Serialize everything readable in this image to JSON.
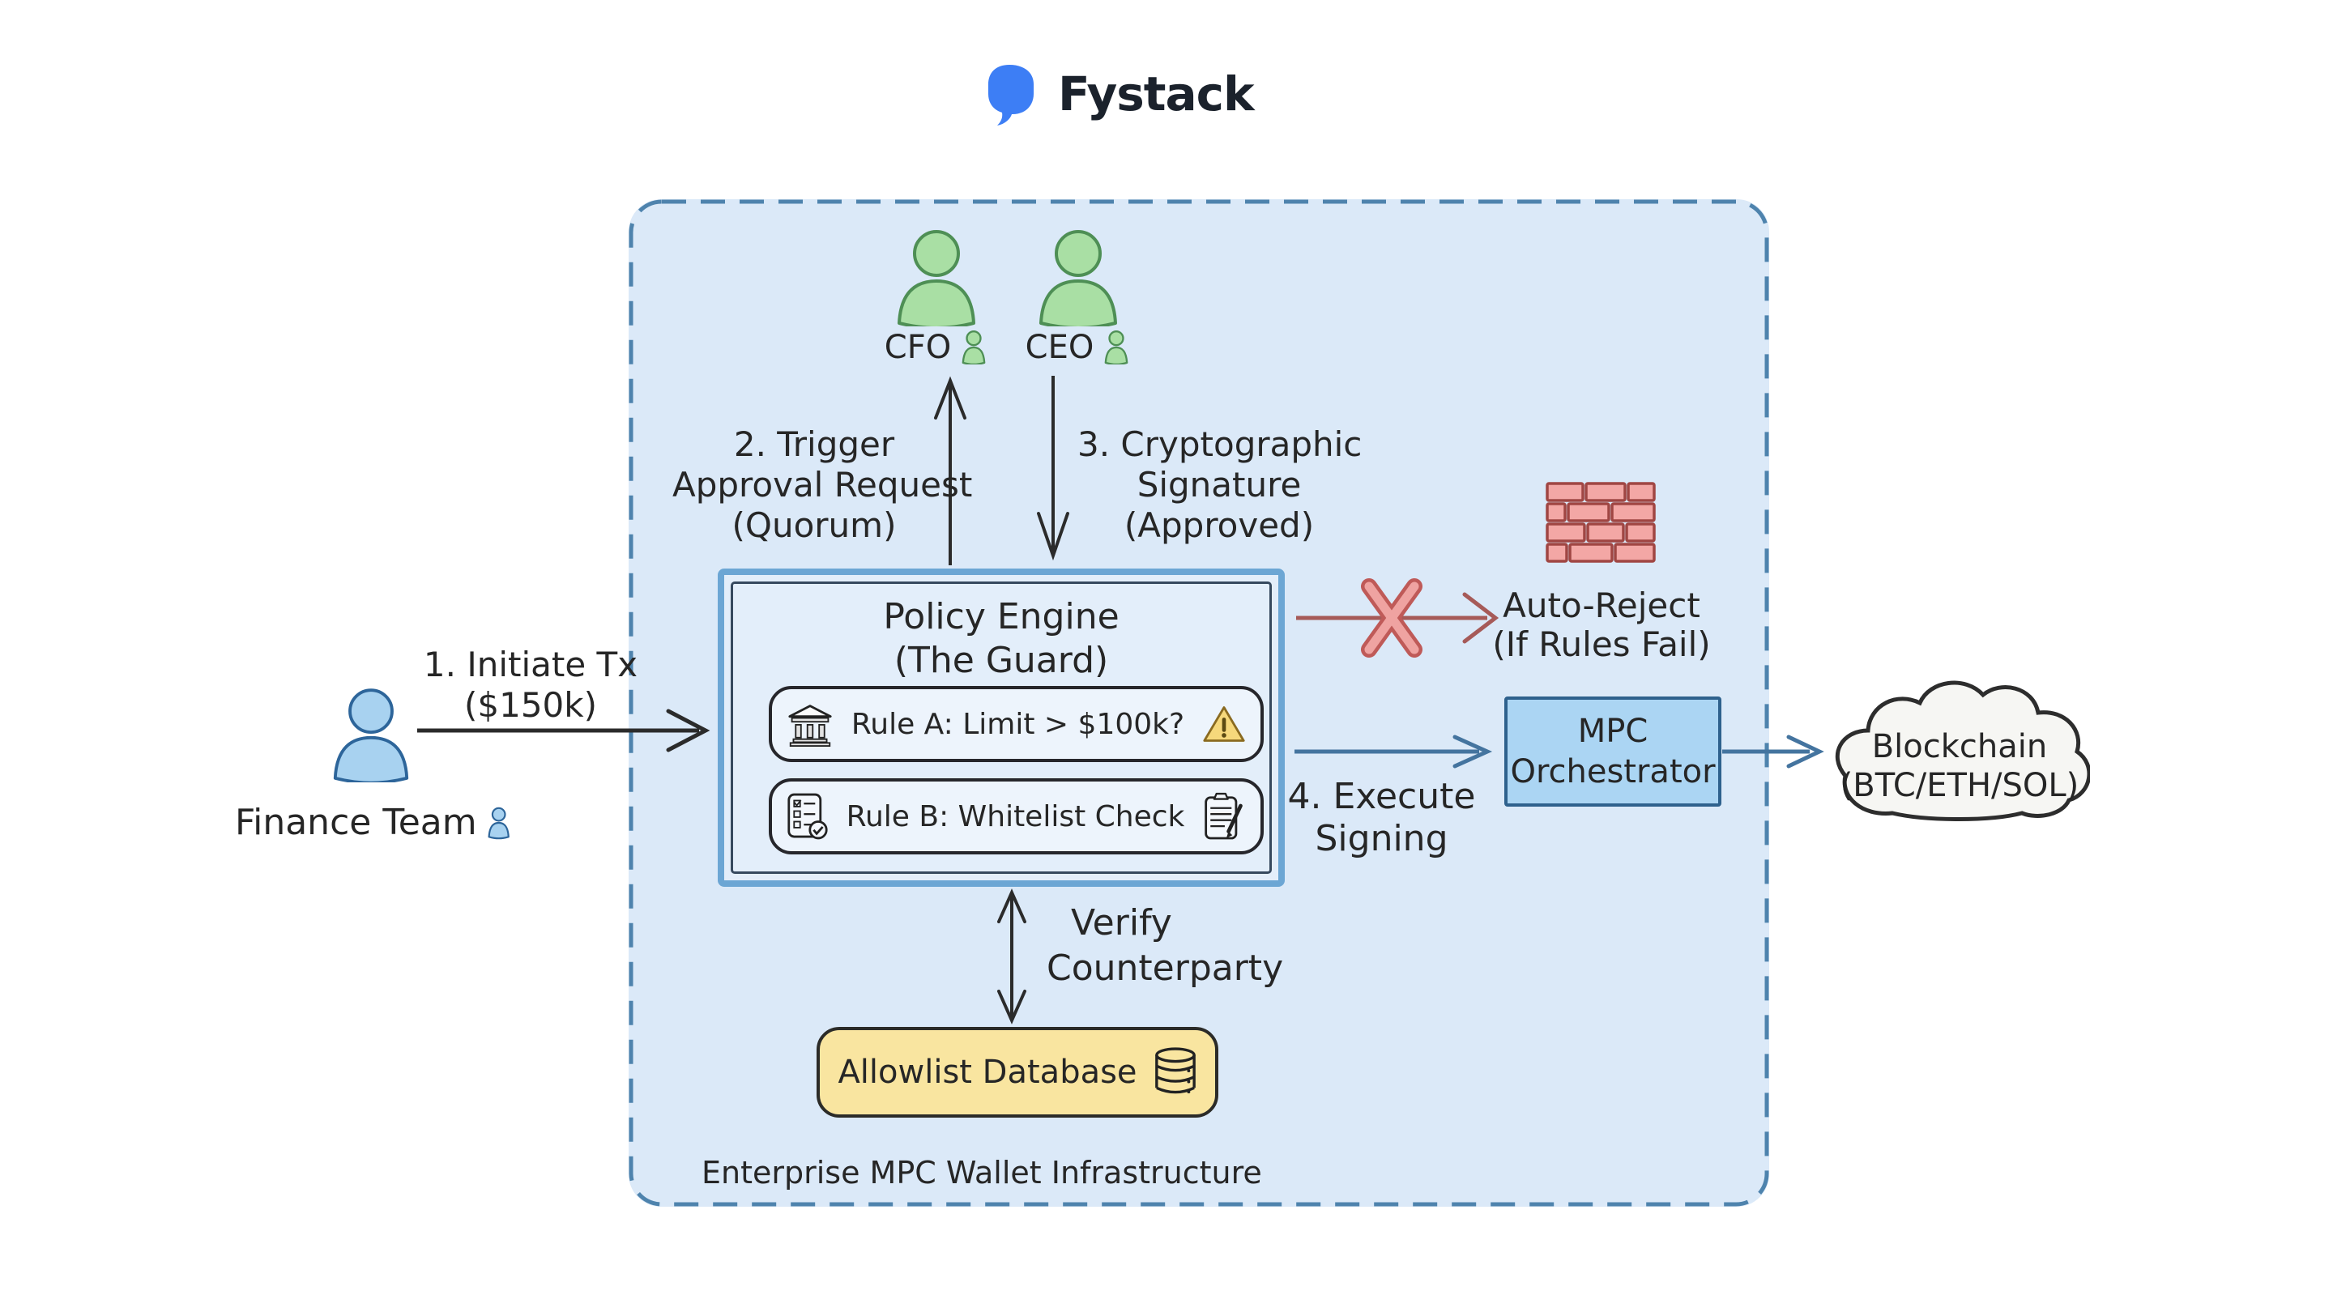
{
  "brand": {
    "name": "Fystack"
  },
  "container": {
    "label": "Enterprise MPC Wallet Infrastructure"
  },
  "actors": {
    "cfo": "CFO",
    "ceo": "CEO",
    "finance": "Finance Team"
  },
  "flows": {
    "initiate": [
      "1. Initiate Tx",
      "($150k)"
    ],
    "trigger": [
      "2. Trigger",
      "Approval Request",
      "(Quorum)"
    ],
    "signature": [
      "3. Cryptographic",
      "Signature",
      "(Approved)"
    ],
    "execute": [
      "4. Execute",
      "Signing"
    ],
    "verify": [
      "Verify",
      "Counterparty"
    ]
  },
  "nodes": {
    "policy": {
      "title": "Policy Engine",
      "subtitle": "(The Guard)",
      "rule_a": "Rule A: Limit > $100k?",
      "rule_b": "Rule B: Whitelist Check"
    },
    "auto_reject": [
      "Auto-Reject",
      "(If Rules Fail)"
    ],
    "mpc": [
      "MPC",
      "Orchestrator"
    ],
    "blockchain": [
      "Blockchain",
      "(BTC/ETH/SOL)"
    ],
    "allowlist": {
      "label": "Allowlist Database"
    }
  },
  "icons": {
    "brand_logo": "speech-bubble",
    "approvers": "person-green",
    "finance_user": "person-blue",
    "rule_a_left": "bank",
    "rule_a_right": "warning-triangle",
    "rule_b_left": "checklist",
    "rule_b_right": "clipboard-pencil",
    "auto_reject": "brick-wall",
    "reject_mark": "x-mark",
    "allowlist": "database-cylinder",
    "blockchain": "cloud"
  },
  "colors": {
    "accent": "#3d7ef5",
    "container_fill": "#dbe9f8",
    "dash": "#4e83ad",
    "green_fill": "#a9dfa4",
    "blue_fill": "#a8d2f0",
    "mpc_fill": "#abd5f3",
    "allow_fill": "#f9e5a0",
    "brick_fill": "#f3a7a5",
    "red_arrow": "#a65a58",
    "blue_arrow": "#44749f",
    "ink": "#2b2b2b"
  }
}
